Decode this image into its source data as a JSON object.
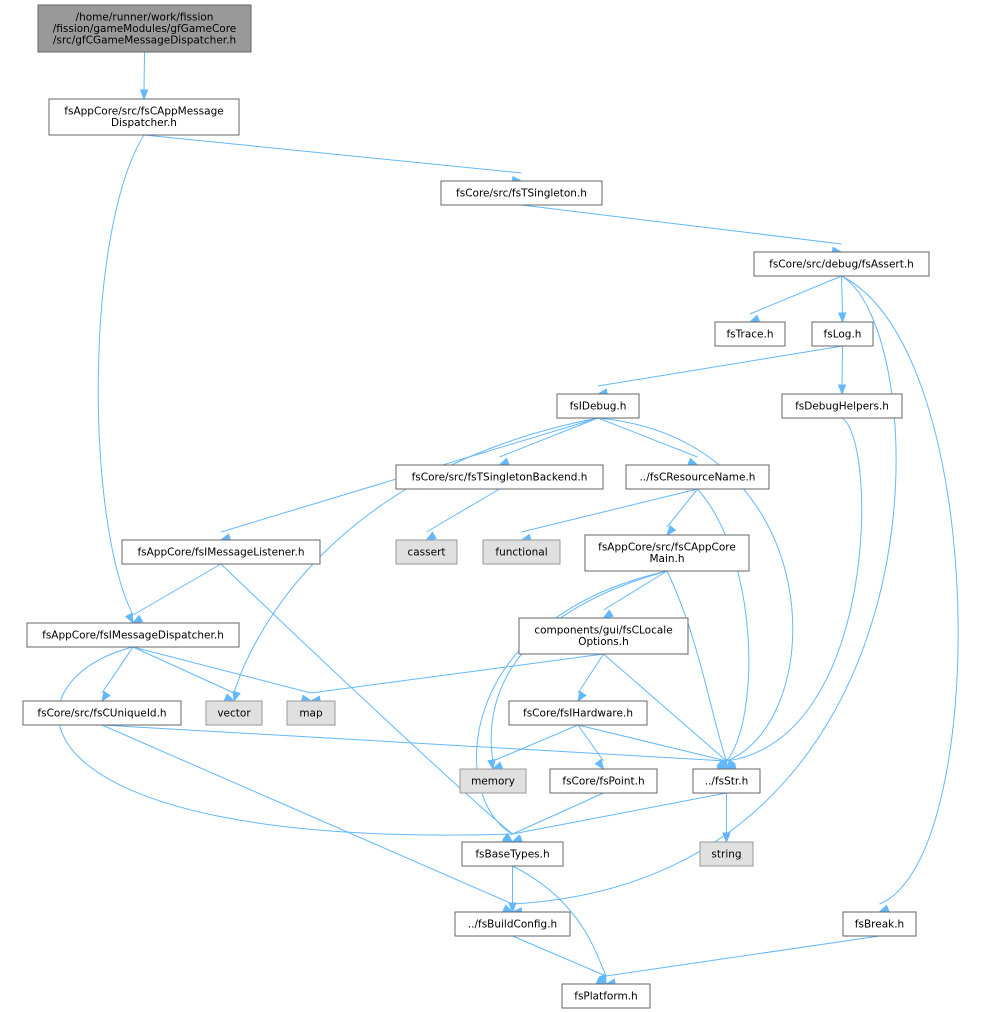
{
  "colors": {
    "edge": "#63b8ff",
    "root_fill": "#999999",
    "node_border": "#666666",
    "system_fill": "#e0e0e0",
    "system_border": "#999999"
  },
  "nodes": [
    {
      "id": "root",
      "kind": "root",
      "lines": [
        "/home/runner/work/fission",
        "/fission/gameModules/gfGameCore",
        "/src/gfCGameMessageDispatcher.h"
      ]
    },
    {
      "id": "appmsgdisp",
      "kind": "header",
      "lines": [
        "fsAppCore/src/fsCAppMessage",
        "Dispatcher.h"
      ]
    },
    {
      "id": "tsingleton",
      "kind": "header",
      "lines": [
        "fsCore/src/fsTSingleton.h"
      ]
    },
    {
      "id": "assert",
      "kind": "header",
      "lines": [
        "fsCore/src/debug/fsAssert.h"
      ]
    },
    {
      "id": "trace",
      "kind": "header",
      "lines": [
        "fsTrace.h"
      ]
    },
    {
      "id": "log",
      "kind": "header",
      "lines": [
        "fsLog.h"
      ]
    },
    {
      "id": "idebug",
      "kind": "header",
      "lines": [
        "fsIDebug.h"
      ]
    },
    {
      "id": "debughelpers",
      "kind": "header",
      "lines": [
        "fsDebugHelpers.h"
      ]
    },
    {
      "id": "tsingletonbackend",
      "kind": "header",
      "lines": [
        "fsCore/src/fsTSingletonBackend.h"
      ]
    },
    {
      "id": "resourcename",
      "kind": "header",
      "lines": [
        "../fsCResourceName.h"
      ]
    },
    {
      "id": "imsglistener",
      "kind": "header",
      "lines": [
        "fsAppCore/fsIMessageListener.h"
      ]
    },
    {
      "id": "cassert",
      "kind": "system",
      "lines": [
        "cassert"
      ]
    },
    {
      "id": "functional",
      "kind": "system",
      "lines": [
        "functional"
      ]
    },
    {
      "id": "appcoremain",
      "kind": "header",
      "lines": [
        "fsAppCore/src/fsCAppCore",
        "Main.h"
      ]
    },
    {
      "id": "imsgdisp",
      "kind": "header",
      "lines": [
        "fsAppCore/fsIMessageDispatcher.h"
      ]
    },
    {
      "id": "localeoptions",
      "kind": "header",
      "lines": [
        "components/gui/fsCLocale",
        "Options.h"
      ]
    },
    {
      "id": "uniqueid",
      "kind": "header",
      "lines": [
        "fsCore/src/fsCUniqueId.h"
      ]
    },
    {
      "id": "vector",
      "kind": "system",
      "lines": [
        "vector"
      ]
    },
    {
      "id": "map",
      "kind": "system",
      "lines": [
        "map"
      ]
    },
    {
      "id": "ihardware",
      "kind": "header",
      "lines": [
        "fsCore/fsIHardware.h"
      ]
    },
    {
      "id": "memory",
      "kind": "system",
      "lines": [
        "memory"
      ]
    },
    {
      "id": "point",
      "kind": "header",
      "lines": [
        "fsCore/fsPoint.h"
      ]
    },
    {
      "id": "str",
      "kind": "header",
      "lines": [
        "../fsStr.h"
      ]
    },
    {
      "id": "basetypes",
      "kind": "header",
      "lines": [
        "fsBaseTypes.h"
      ]
    },
    {
      "id": "string",
      "kind": "system",
      "lines": [
        "string"
      ]
    },
    {
      "id": "buildconfig",
      "kind": "header",
      "lines": [
        "../fsBuildConfig.h"
      ]
    },
    {
      "id": "break",
      "kind": "header",
      "lines": [
        "fsBreak.h"
      ]
    },
    {
      "id": "platform",
      "kind": "header",
      "lines": [
        "fsPlatform.h"
      ]
    }
  ],
  "edges": [
    [
      "root",
      "appmsgdisp"
    ],
    [
      "appmsgdisp",
      "tsingleton"
    ],
    [
      "appmsgdisp",
      "imsgdisp"
    ],
    [
      "tsingleton",
      "assert"
    ],
    [
      "assert",
      "trace"
    ],
    [
      "assert",
      "log"
    ],
    [
      "assert",
      "buildconfig"
    ],
    [
      "assert",
      "break"
    ],
    [
      "log",
      "idebug"
    ],
    [
      "log",
      "debughelpers"
    ],
    [
      "debughelpers",
      "str"
    ],
    [
      "idebug",
      "tsingletonbackend"
    ],
    [
      "idebug",
      "resourcename"
    ],
    [
      "idebug",
      "imsglistener"
    ],
    [
      "idebug",
      "vector"
    ],
    [
      "idebug",
      "str"
    ],
    [
      "tsingletonbackend",
      "cassert"
    ],
    [
      "resourcename",
      "functional"
    ],
    [
      "resourcename",
      "appcoremain"
    ],
    [
      "resourcename",
      "str"
    ],
    [
      "imsglistener",
      "imsgdisp"
    ],
    [
      "imsglistener",
      "basetypes"
    ],
    [
      "appcoremain",
      "localeoptions"
    ],
    [
      "appcoremain",
      "memory"
    ],
    [
      "appcoremain",
      "str"
    ],
    [
      "appcoremain",
      "basetypes"
    ],
    [
      "localeoptions",
      "ihardware"
    ],
    [
      "localeoptions",
      "map"
    ],
    [
      "localeoptions",
      "str"
    ],
    [
      "imsgdisp",
      "uniqueid"
    ],
    [
      "imsgdisp",
      "vector"
    ],
    [
      "imsgdisp",
      "map"
    ],
    [
      "imsgdisp",
      "basetypes"
    ],
    [
      "uniqueid",
      "str"
    ],
    [
      "uniqueid",
      "buildconfig"
    ],
    [
      "ihardware",
      "memory"
    ],
    [
      "ihardware",
      "point"
    ],
    [
      "ihardware",
      "str"
    ],
    [
      "point",
      "basetypes"
    ],
    [
      "str",
      "basetypes"
    ],
    [
      "str",
      "string"
    ],
    [
      "basetypes",
      "buildconfig"
    ],
    [
      "basetypes",
      "platform"
    ],
    [
      "buildconfig",
      "platform"
    ],
    [
      "break",
      "platform"
    ]
  ]
}
